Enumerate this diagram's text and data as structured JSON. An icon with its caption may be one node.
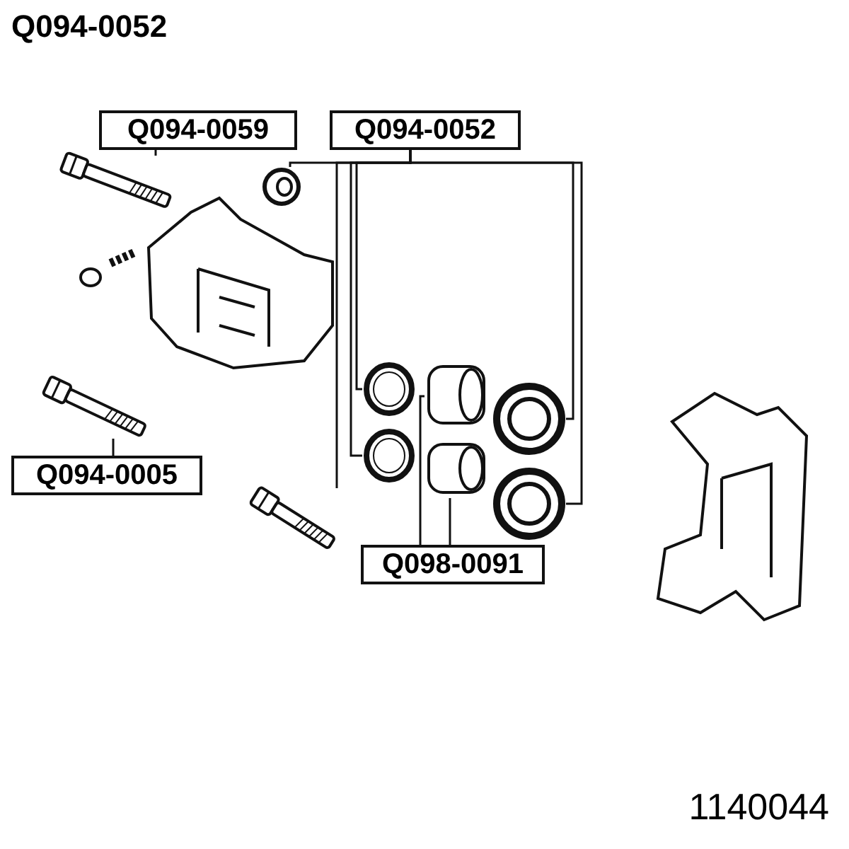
{
  "diagram": {
    "title": "Q094-0052",
    "caption": "1140044",
    "nodes": [
      {
        "text": [
          "Q094-0059"
        ]
      },
      {
        "text": [],
        "shape": "picture"
      },
      {
        "text": [
          "Q094-0052"
        ]
      },
      {
        "text": [],
        "shape": "picture"
      },
      {
        "text": [],
        "shape": "picture"
      },
      {
        "text": [],
        "shape": "picture"
      },
      {
        "text": [],
        "shape": "picture"
      },
      {
        "text": [],
        "shape": "picture"
      },
      {
        "text": [],
        "shape": "picture"
      },
      {
        "text": [
          "Q094-0005"
        ]
      },
      {
        "text": [],
        "shape": "picture"
      },
      {
        "text": [
          "Q098-0091"
        ]
      },
      {
        "text": [],
        "shape": "picture"
      },
      {
        "text": [],
        "shape": "picture"
      }
    ],
    "edges": [
      {
        "from": 0,
        "to": 1,
        "arrow": "none"
      },
      {
        "from": 2,
        "to": 3,
        "arrow": "none"
      },
      {
        "from": 2,
        "to": 4,
        "arrow": "none"
      },
      {
        "from": 2,
        "to": 5,
        "arrow": "none"
      },
      {
        "from": 2,
        "to": 6,
        "arrow": "none"
      },
      {
        "from": 2,
        "to": 7,
        "arrow": "none"
      },
      {
        "from": 2,
        "to": 8,
        "arrow": "none"
      },
      {
        "from": 9,
        "to": 10,
        "arrow": "none"
      },
      {
        "from": 11,
        "to": 12,
        "arrow": "none"
      },
      {
        "from": 11,
        "to": 13,
        "arrow": "none"
      }
    ]
  }
}
